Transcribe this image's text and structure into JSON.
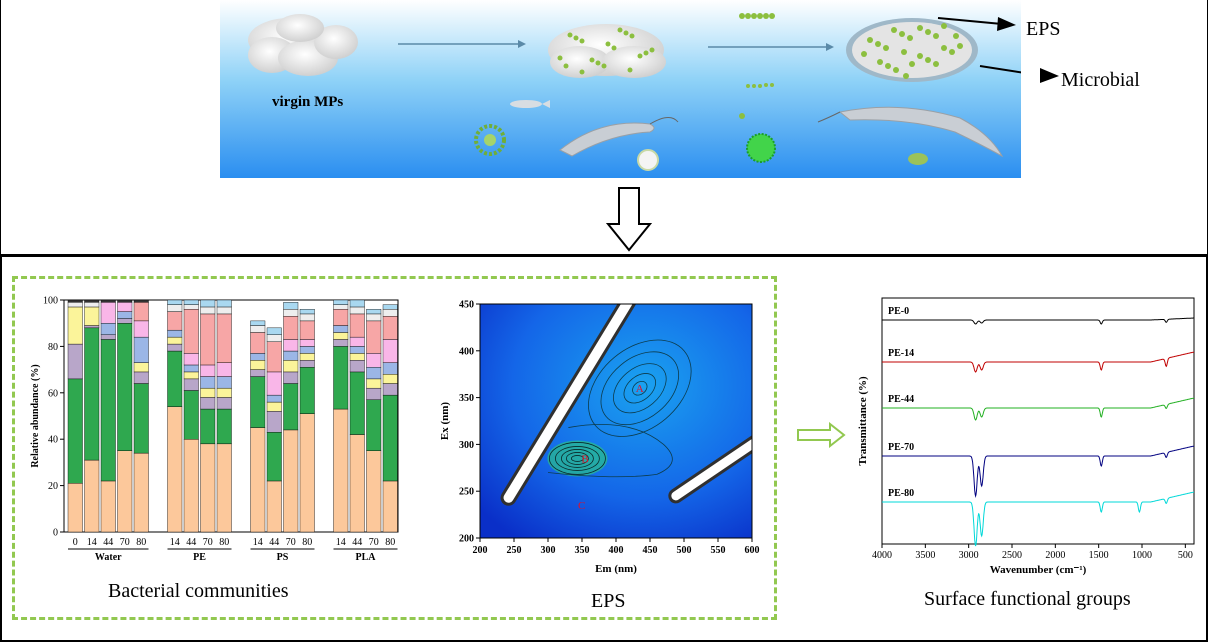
{
  "scene": {
    "virgin_label": "virgin MPs",
    "eps_label": "EPS",
    "microbial_label": "Microbial"
  },
  "colors": {
    "water_top": "#ffffff",
    "water_bottom": "#2a8ef0",
    "dashed_border": "#92c850",
    "result_arrow": "#92c850"
  },
  "panels": {
    "bacterial_caption": "Bacterial communities",
    "eps_caption": "EPS",
    "ftir_caption": "Surface functional groups"
  },
  "chart_data": [
    {
      "type": "bar",
      "stacked": true,
      "ylabel": "Relative abundance (%)",
      "ylim": [
        0,
        100
      ],
      "yticks": [
        0,
        20,
        40,
        60,
        80,
        100
      ],
      "groups": [
        {
          "name": "Water",
          "labels": [
            "0",
            "14",
            "44",
            "70",
            "80"
          ]
        },
        {
          "name": "PE",
          "labels": [
            "14",
            "44",
            "70",
            "80"
          ]
        },
        {
          "name": "PS",
          "labels": [
            "14",
            "44",
            "70",
            "80"
          ]
        },
        {
          "name": "PLA",
          "labels": [
            "14",
            "44",
            "70",
            "80"
          ]
        }
      ],
      "series_colors": [
        "#fcc89b",
        "#2fa84f",
        "#b8a6c9",
        "#fbf49a",
        "#9bb6e6",
        "#f9b6e8",
        "#f7a6a6",
        "#d9c9f0",
        "#c9e6c9",
        "#eeeeee",
        "#a9d8f0",
        "#333333"
      ],
      "stacks": [
        [
          21,
          45,
          15,
          16,
          0,
          0,
          0,
          0,
          0,
          2,
          0,
          1
        ],
        [
          31,
          57,
          1,
          8,
          0,
          0,
          0,
          0,
          0,
          2,
          0,
          1
        ],
        [
          22,
          61,
          2,
          0,
          5,
          9,
          0,
          0,
          0,
          0,
          0,
          1
        ],
        [
          35,
          55,
          2,
          0,
          3,
          4,
          0,
          0,
          0,
          0,
          0,
          1
        ],
        [
          34,
          30,
          5,
          4,
          11,
          7,
          8,
          0,
          0,
          0,
          0,
          1
        ],
        [
          54,
          24,
          3,
          3,
          3,
          0,
          8,
          0,
          0,
          3,
          2,
          0
        ],
        [
          40,
          21,
          5,
          3,
          3,
          5,
          19,
          0,
          0,
          2,
          2,
          0
        ],
        [
          38,
          15,
          5,
          4,
          5,
          5,
          22,
          0,
          0,
          3,
          3,
          0
        ],
        [
          38,
          15,
          5,
          4,
          5,
          6,
          21,
          0,
          0,
          3,
          3,
          0
        ],
        [
          45,
          22,
          3,
          4,
          3,
          0,
          9,
          0,
          0,
          3,
          2,
          0
        ],
        [
          22,
          21,
          9,
          4,
          3,
          10,
          13,
          0,
          0,
          3,
          3,
          0
        ],
        [
          44,
          20,
          5,
          5,
          4,
          5,
          10,
          0,
          0,
          3,
          3,
          0
        ],
        [
          51,
          20,
          3,
          3,
          3,
          3,
          8,
          0,
          0,
          3,
          2,
          0
        ],
        [
          53,
          27,
          3,
          3,
          3,
          0,
          7,
          0,
          0,
          2,
          2,
          0
        ],
        [
          42,
          27,
          5,
          3,
          3,
          4,
          10,
          0,
          0,
          3,
          3,
          0
        ],
        [
          35,
          22,
          5,
          4,
          5,
          6,
          14,
          0,
          0,
          3,
          2,
          0
        ],
        [
          22,
          37,
          5,
          4,
          5,
          10,
          10,
          0,
          0,
          3,
          2,
          0
        ]
      ]
    },
    {
      "type": "heatmap",
      "xlabel": "Em (nm)",
      "ylabel": "Ex (nm)",
      "xlim": [
        200,
        600
      ],
      "ylim": [
        200,
        450
      ],
      "xticks": [
        200,
        250,
        300,
        350,
        400,
        450,
        500,
        550,
        600
      ],
      "yticks": [
        200,
        250,
        300,
        350,
        400,
        450
      ],
      "peaks": [
        {
          "label": "A",
          "em": 435,
          "ex": 360
        },
        {
          "label": "B",
          "em": 355,
          "ex": 285
        },
        {
          "label": "C",
          "em": 350,
          "ex": 235
        }
      ]
    },
    {
      "type": "line",
      "xlabel": "Wavenumber (cm⁻¹)",
      "ylabel": "Transmittance (%)",
      "xlim": [
        4000,
        400
      ],
      "xticks": [
        4000,
        3500,
        3000,
        2500,
        2000,
        1500,
        1000,
        500
      ],
      "series": [
        {
          "name": "PE-0",
          "color": "#000000",
          "dips": [
            [
              2920,
              4
            ],
            [
              2850,
              3
            ],
            [
              1470,
              4
            ],
            [
              720,
              3
            ]
          ]
        },
        {
          "name": "PE-14",
          "color": "#c00000",
          "dips": [
            [
              2920,
              10
            ],
            [
              2850,
              8
            ],
            [
              1470,
              8
            ],
            [
              720,
              8
            ]
          ]
        },
        {
          "name": "PE-44",
          "color": "#22b022",
          "dips": [
            [
              2920,
              12
            ],
            [
              2850,
              9
            ],
            [
              1470,
              9
            ],
            [
              720,
              4
            ]
          ]
        },
        {
          "name": "PE-70",
          "color": "#000080",
          "dips": [
            [
              2920,
              40
            ],
            [
              2850,
              30
            ],
            [
              1470,
              10
            ],
            [
              720,
              5
            ]
          ]
        },
        {
          "name": "PE-80",
          "color": "#00d8d8",
          "dips": [
            [
              2920,
              44
            ],
            [
              2850,
              34
            ],
            [
              1470,
              10
            ],
            [
              1030,
              10
            ],
            [
              720,
              5
            ]
          ]
        }
      ]
    }
  ]
}
